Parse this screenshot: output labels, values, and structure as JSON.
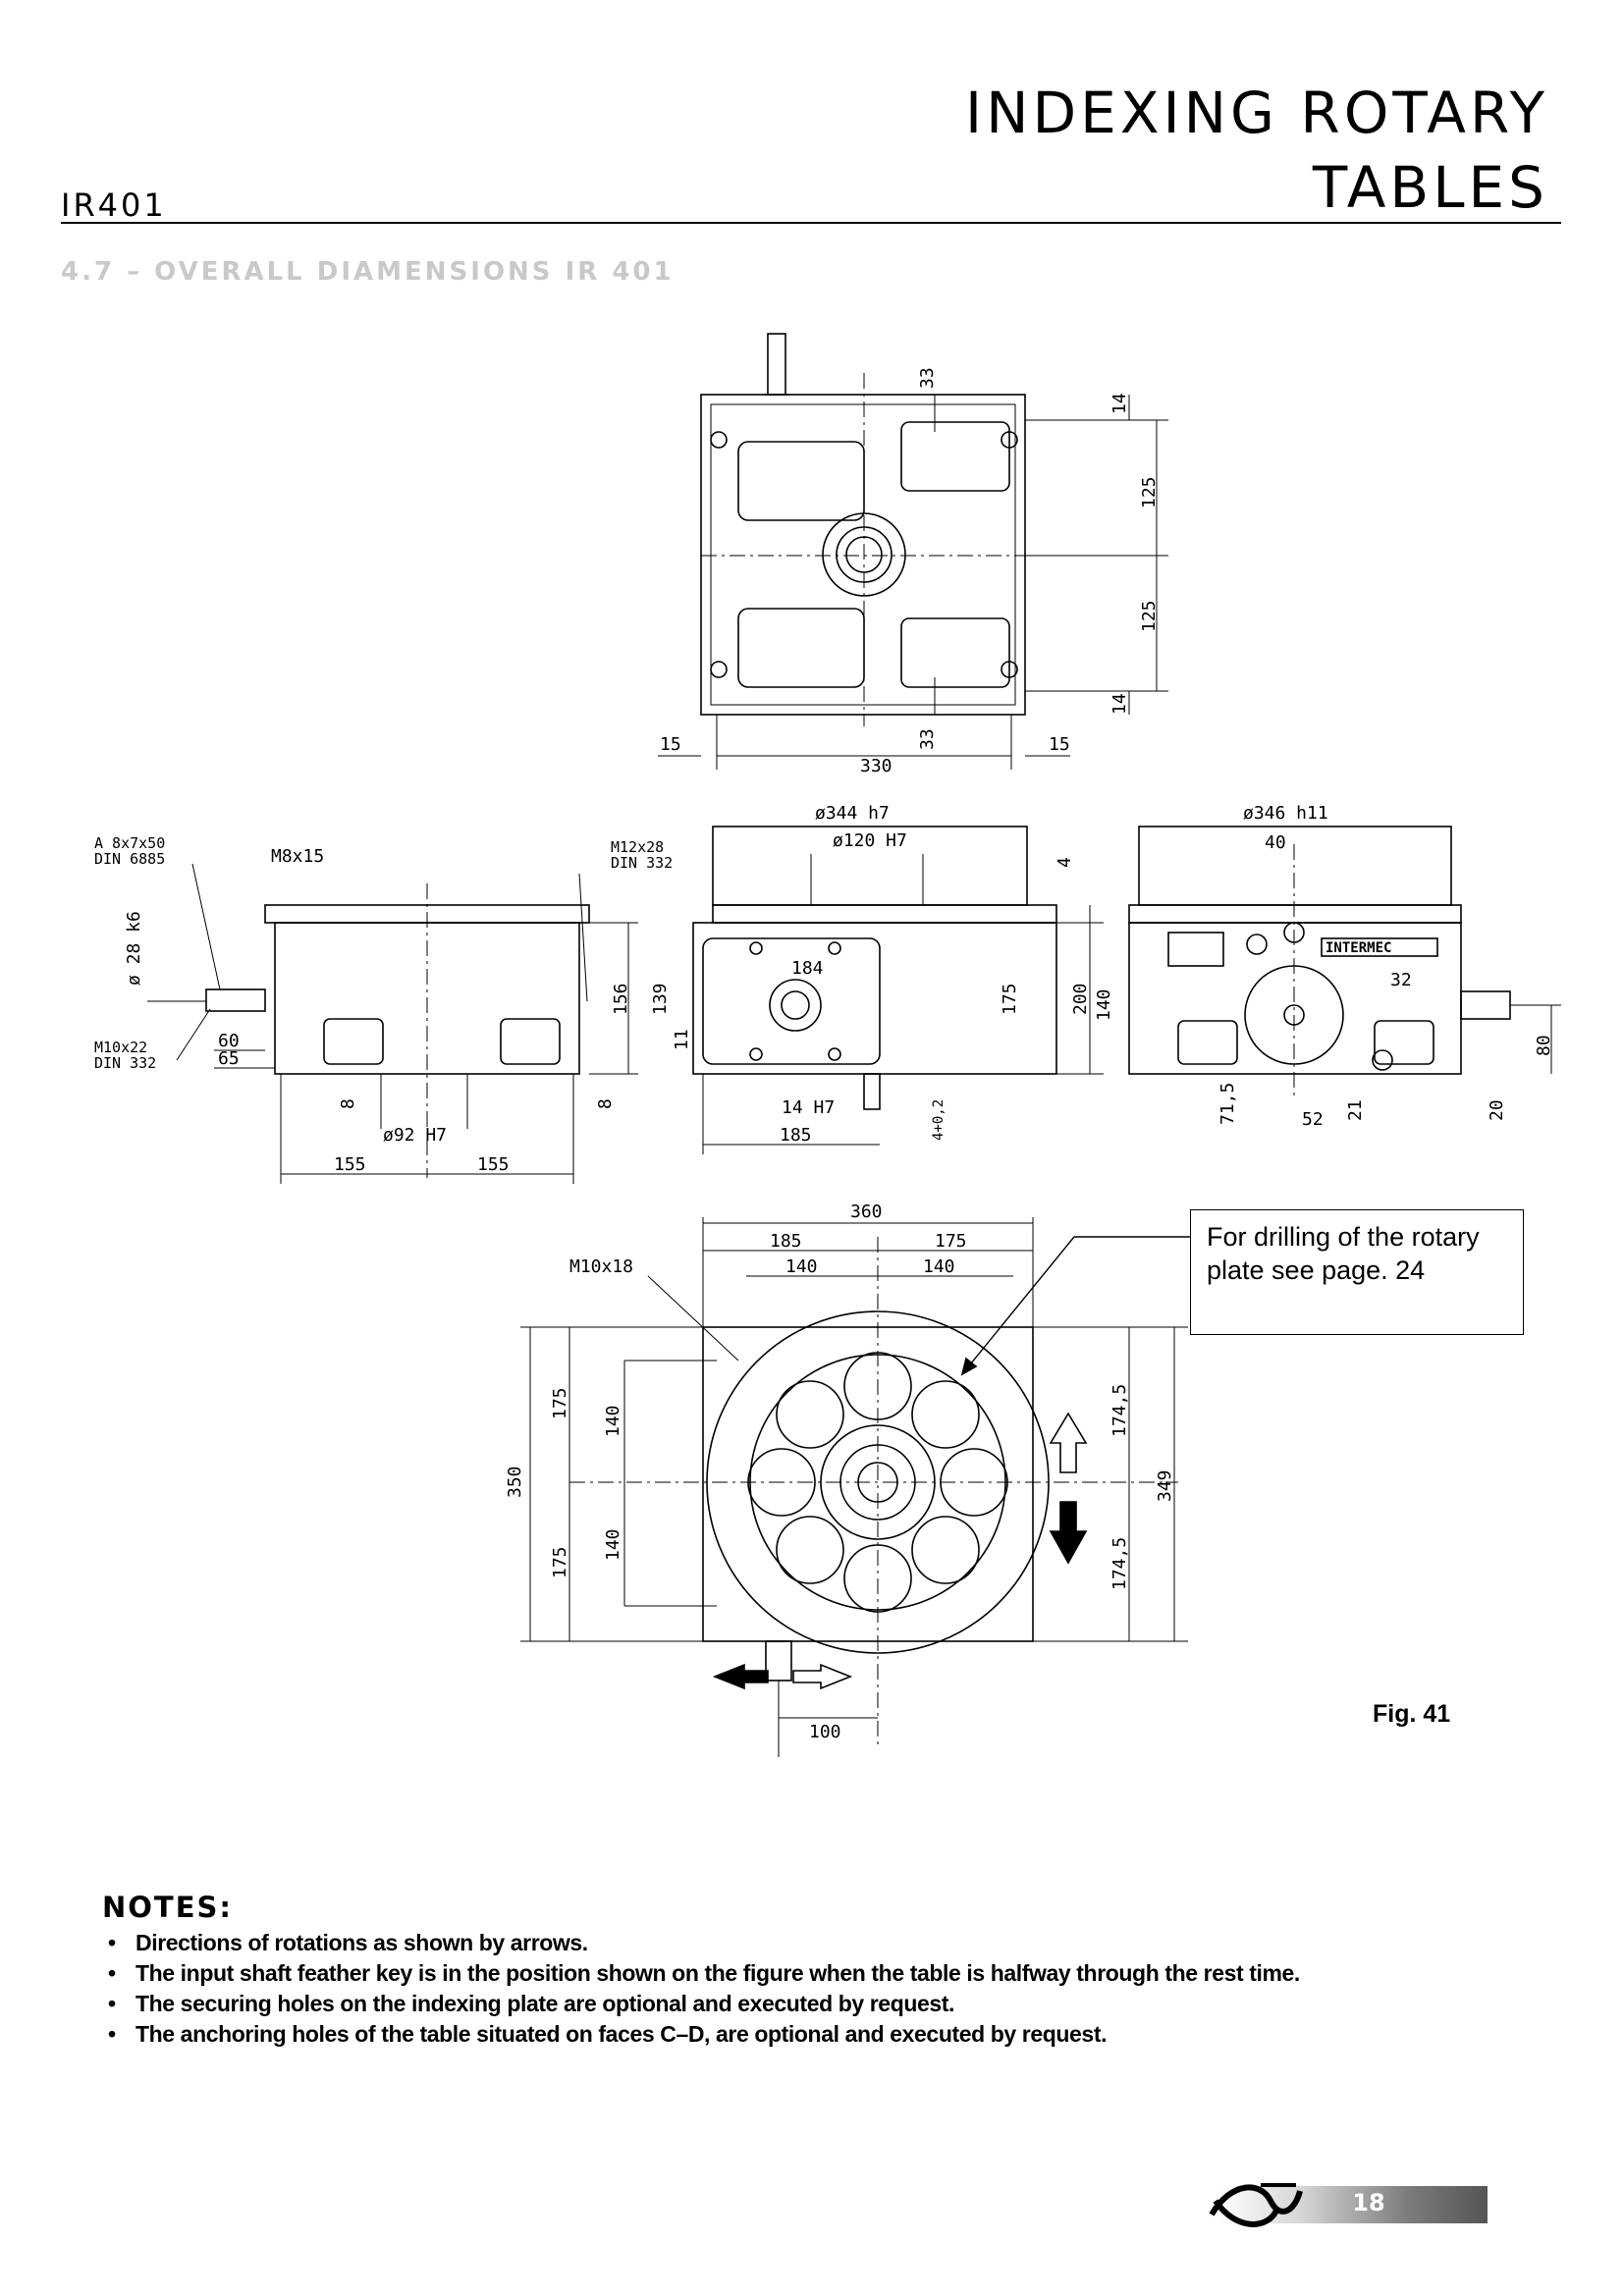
{
  "header": {
    "title_line1": "INDEXING ROTARY",
    "title_line2": "TABLES",
    "model": "IR401"
  },
  "section": {
    "heading": "4.7 – OVERALL DIAMENSIONS IR 401"
  },
  "drawing": {
    "top_view": {
      "dim_33_top": "33",
      "dim_14_top": "14",
      "dim_125_top": "125",
      "dim_125_bottom": "125",
      "dim_14_bottom": "14",
      "dim_33_bottom": "33",
      "dim_15_left": "15",
      "dim_15_right": "15",
      "dim_330": "330"
    },
    "side_view": {
      "key_spec_1": "A 8x7x50",
      "key_spec_2": "DIN 6885",
      "m8": "M8x15",
      "m12_1": "M12x28",
      "m12_2": "DIN 332",
      "shaft": "ø 28 k6",
      "m10_1": "M10x22",
      "m10_2": "DIN 332",
      "dim_60": "60",
      "dim_65": "65",
      "dim_156": "156",
      "dim_8_left": "8",
      "dim_8_right": "8",
      "dim_92": "ø92 H7",
      "dim_155_left": "155",
      "dim_155_right": "155"
    },
    "front_view": {
      "dim_344": "ø344 h7",
      "dim_120": "ø120 H7",
      "dim_4_top": "4",
      "dim_184": "184",
      "dim_139": "139",
      "dim_11": "11",
      "dim_175": "175",
      "dim_200": "200",
      "dim_14h7": "14 H7",
      "dim_185": "185",
      "dim_4_tol": "4+0,2"
    },
    "right_view": {
      "dim_346": "ø346 h11",
      "dim_40": "40",
      "brand": "INTERMEC",
      "dim_32": "32",
      "dim_140": "140",
      "dim_80": "80",
      "dim_71_5": "71,5",
      "dim_21": "21",
      "dim_52": "52",
      "dim_20": "20"
    },
    "plan_view": {
      "dim_360": "360",
      "dim_185": "185",
      "dim_175": "175",
      "dim_140_left": "140",
      "dim_140_right": "140",
      "m10x18": "M10x18",
      "dim_175_upper": "175",
      "dim_140_upper": "140",
      "dim_350": "350",
      "dim_175_lower": "175",
      "dim_140_lower": "140",
      "dim_174_5_upper": "174,5",
      "dim_349": "349",
      "dim_174_5_lower": "174,5",
      "dim_100": "100"
    }
  },
  "note_box": "For drilling of the rotary plate see page. 24",
  "figure_label": "Fig. 41",
  "notes": {
    "title": "NOTES:",
    "items": [
      "Directions of rotations as shown by arrows.",
      "The input shaft feather key is in the position shown on the figure when the table is halfway through the rest time.",
      "The securing holes on the indexing plate are optional and executed by request.",
      "The anchoring holes of the table situated on faces C–D, are optional and executed by request."
    ]
  },
  "footer": {
    "page_number": "18"
  }
}
